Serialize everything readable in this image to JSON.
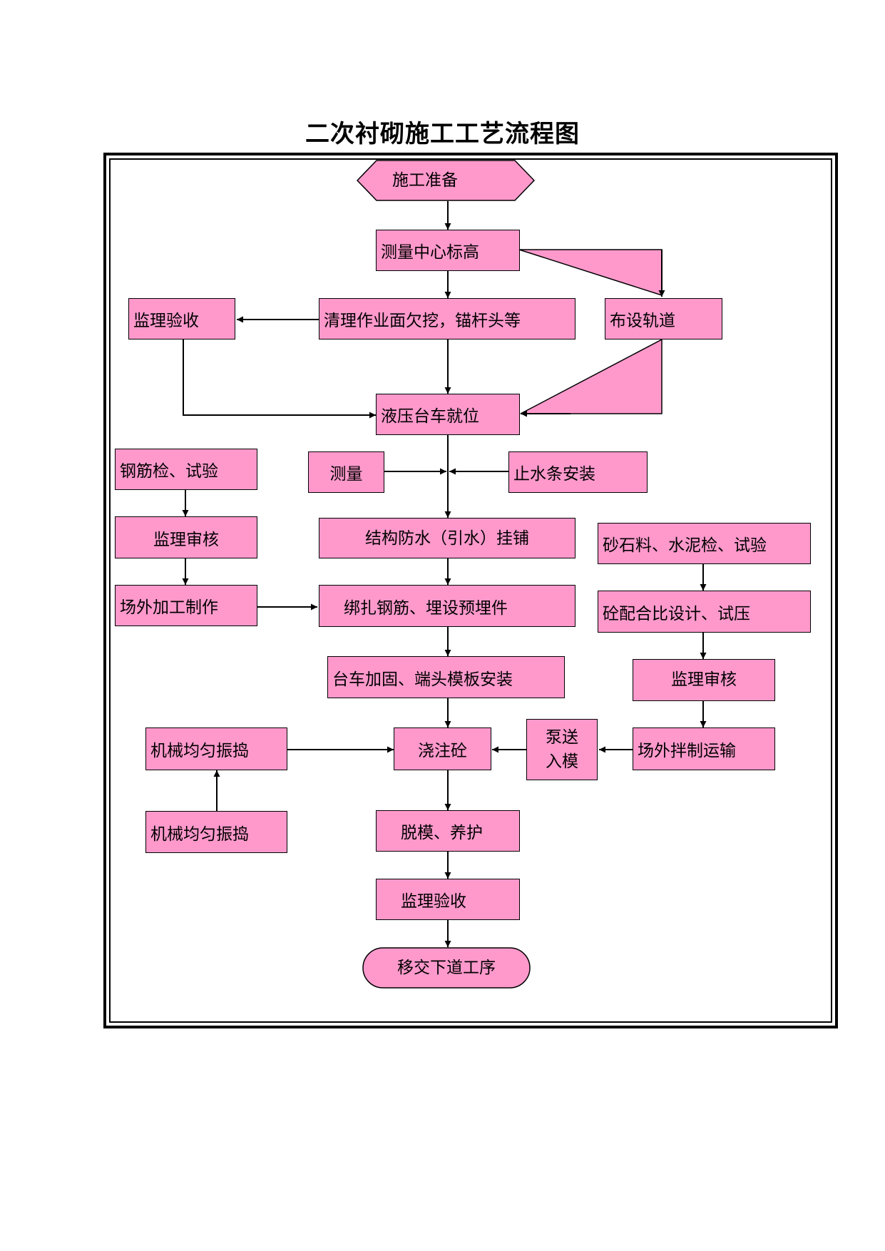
{
  "title": "二次衬砌施工工艺流程图",
  "nodes": {
    "start": "施工准备",
    "survey_center": "测量中心标高",
    "supervision_accept_1": "监理验收",
    "clean_surface": "清理作业面欠挖，锚杆头等",
    "lay_track": "布设轨道",
    "trolley_position": "液压台车就位",
    "rebar_test": "钢筋检、试验",
    "measure": "测量",
    "waterstop_install": "止水条安装",
    "supervision_review_1": "监理审核",
    "waterproof_hang": "结构防水（引水）挂铺",
    "aggregate_test": "砂石料、水泥检、试验",
    "offsite_fabrication": "场外加工制作",
    "bind_rebar": "绑扎钢筋、埋设预埋件",
    "mix_design": "砼配合比设计、试压",
    "trolley_reinforce": "台车加固、端头模板安装",
    "supervision_review_2": "监理审核",
    "vibrate_1": "机械均匀振捣",
    "pour_concrete": "浇注砼",
    "pump_line1": "泵送",
    "pump_line2": "入模",
    "offsite_mixing": "场外拌制运输",
    "vibrate_2": "机械均匀振捣",
    "demold_cure": "脱模、养护",
    "supervision_accept_2": "监理验收",
    "end": "移交下道工序"
  },
  "colors": {
    "node_fill": "#ff99cc",
    "stroke": "#000000"
  }
}
